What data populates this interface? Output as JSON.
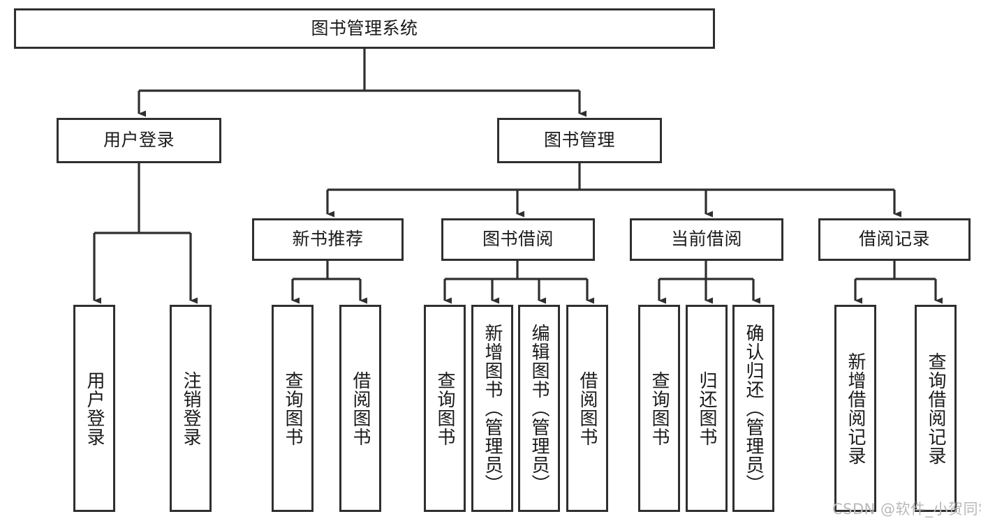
{
  "diagram": {
    "type": "hierarchy-tree",
    "title": "图书管理系统",
    "orientation": "top-down",
    "colors": {
      "box_border": "#2f2f2f",
      "box_fill": "#ffffff",
      "connector": "#2f2f2f",
      "text": "#1a1a1a",
      "watermark": "#b9b9b9",
      "background": "#ffffff"
    }
  },
  "root": {
    "label": "图书管理系统"
  },
  "level2": [
    {
      "label": "用户登录"
    },
    {
      "label": "图书管理"
    }
  ],
  "level3": [
    {
      "label": "新书推荐"
    },
    {
      "label": "图书借阅"
    },
    {
      "label": "当前借阅"
    },
    {
      "label": "借阅记录"
    }
  ],
  "leaves": {
    "user_login": [
      {
        "label": "用户登录"
      },
      {
        "label": "注销登录"
      }
    ],
    "new_book_recommend": [
      {
        "label": "查询图书"
      },
      {
        "label": "借阅图书"
      }
    ],
    "book_borrow": [
      {
        "label": "查询图书"
      },
      {
        "label": "新增图书（管理员）"
      },
      {
        "label": "编辑图书（管理员）"
      },
      {
        "label": "借阅图书"
      }
    ],
    "current_borrow": [
      {
        "label": "查询图书"
      },
      {
        "label": "归还图书"
      },
      {
        "label": "确认归还（管理员）"
      }
    ],
    "borrow_record": [
      {
        "label": "新增借阅记录"
      },
      {
        "label": "查询借阅记录"
      }
    ]
  },
  "watermark": {
    "text": "CSDN @软件_小贺同学"
  }
}
